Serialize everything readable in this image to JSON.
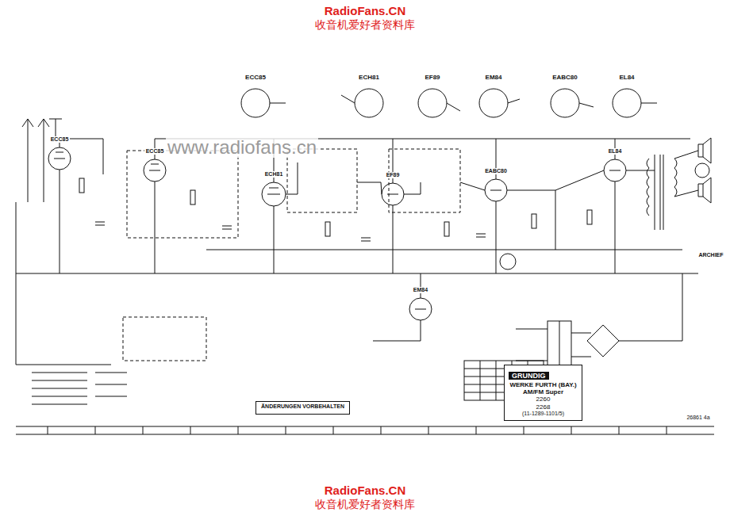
{
  "diagram": {
    "nodes": [
      {
        "text": [
          "GRUNDIG",
          "WERKE FURTH (BAY.)",
          "AM/FM Super",
          "2260",
          "2268",
          "(11-1289-1101/5)"
        ]
      },
      {
        "text": [
          "ÄNDERUNGEN VORBEHALTEN"
        ]
      }
    ],
    "labels": [
      "RadioFans.CN",
      "收音机爱好者资料库",
      "www.radiofans.cn",
      "ECC85",
      "ECH81",
      "EF89",
      "EM84",
      "EABC80",
      "EL84",
      "ECC85",
      "ECC85",
      "ECH81",
      "EF89",
      "EABC80",
      "EL84",
      "EM84",
      "26861 4a",
      "ARCHIEF",
      "RadioFans.CN",
      "收音机爱好者资料库"
    ]
  }
}
